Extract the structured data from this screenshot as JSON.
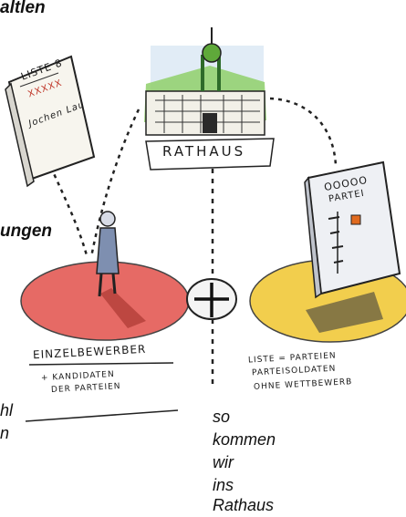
{
  "heading_top": "altlen",
  "heading_mid": "ungen",
  "ballot": {
    "title": "LISTE 8",
    "crosses": "XXXXX",
    "signature": "Jochen Lau"
  },
  "townhall": {
    "label": "RATHAUS"
  },
  "party": {
    "circles": "OOOOO",
    "label": "PARTEI"
  },
  "left_caption": {
    "line1": "EINZELBEWERBER",
    "line2": "+ KANDIDATEN",
    "line3": "DER PARTEIEN"
  },
  "right_caption": {
    "line1": "LISTE = PARTEIEN",
    "line2": "PARTEISOLDATEN",
    "line3": "OHNE WETTBEWERB"
  },
  "left_fragment": {
    "line1": "hl",
    "line2": "n"
  },
  "bottom_text": [
    "so",
    "kommen",
    "wir",
    "ins",
    "Rathaus"
  ],
  "colors": {
    "red_pool": "#e2504a",
    "yellow_pool": "#f1c93a",
    "green_roof": "#5fa93a",
    "ink": "#1a1a1a"
  }
}
